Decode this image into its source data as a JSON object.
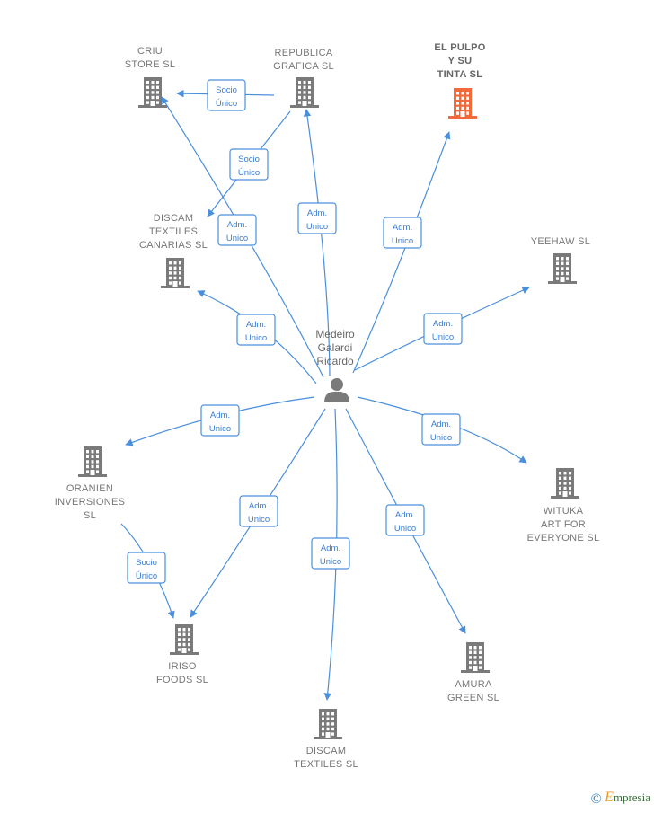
{
  "colors": {
    "building": "#7a7a7a",
    "building_highlight": "#f26a3a",
    "edge": "#4a8fdc",
    "person": "#7a7a7a"
  },
  "person": {
    "lines": [
      "Medeiro",
      "Galardi",
      "Ricardo"
    ],
    "icon": "person-icon"
  },
  "companies": [
    {
      "id": "criu",
      "lines": [
        "CRIU",
        "STORE  SL"
      ],
      "highlight": false,
      "icon": "building-icon"
    },
    {
      "id": "republica",
      "lines": [
        "REPUBLICA",
        "GRAFICA SL"
      ],
      "highlight": false,
      "icon": "building-icon"
    },
    {
      "id": "pulpo",
      "lines": [
        "EL PULPO",
        "Y SU",
        "TINTA  SL"
      ],
      "highlight": true,
      "icon": "building-icon"
    },
    {
      "id": "discam_canarias",
      "lines": [
        "DISCAM",
        "TEXTILES",
        "CANARIAS  SL"
      ],
      "highlight": false,
      "icon": "building-icon"
    },
    {
      "id": "yeehaw",
      "lines": [
        "YEEHAW  SL"
      ],
      "highlight": false,
      "icon": "building-icon"
    },
    {
      "id": "oranien",
      "lines": [
        "ORANIEN",
        "INVERSIONES",
        "SL"
      ],
      "highlight": false,
      "icon": "building-icon"
    },
    {
      "id": "wituka",
      "lines": [
        "WITUKA",
        "ART FOR",
        "EVERYONE  SL"
      ],
      "highlight": false,
      "icon": "building-icon"
    },
    {
      "id": "iriso",
      "lines": [
        "IRISO",
        "FOODS  SL"
      ],
      "highlight": false,
      "icon": "building-icon"
    },
    {
      "id": "amura",
      "lines": [
        "AMURA",
        "GREEN  SL"
      ],
      "highlight": false,
      "icon": "building-icon"
    },
    {
      "id": "discam_textiles",
      "lines": [
        "DISCAM",
        "TEXTILES  SL"
      ],
      "highlight": false,
      "icon": "building-icon"
    }
  ],
  "edges": [
    {
      "id": "rep-criu",
      "from": "republica",
      "to": "criu",
      "label": [
        "Socio",
        "Único"
      ]
    },
    {
      "id": "rep-discam",
      "from": "republica",
      "to": "discam_canarias",
      "label": [
        "Socio",
        "Único"
      ]
    },
    {
      "id": "p-criu",
      "from": "person",
      "to": "criu",
      "label": [
        "Adm.",
        "Unico"
      ]
    },
    {
      "id": "p-rep",
      "from": "person",
      "to": "republica",
      "label": [
        "Adm.",
        "Unico"
      ]
    },
    {
      "id": "p-pulpo",
      "from": "person",
      "to": "pulpo",
      "label": [
        "Adm.",
        "Unico"
      ]
    },
    {
      "id": "p-discamc",
      "from": "person",
      "to": "discam_canarias",
      "label": [
        "Adm.",
        "Unico"
      ]
    },
    {
      "id": "p-yeehaw",
      "from": "person",
      "to": "yeehaw",
      "label": [
        "Adm.",
        "Unico"
      ]
    },
    {
      "id": "p-oranien",
      "from": "person",
      "to": "oranien",
      "label": [
        "Adm.",
        "Unico"
      ]
    },
    {
      "id": "p-wituka",
      "from": "person",
      "to": "wituka",
      "label": [
        "Adm.",
        "Unico"
      ]
    },
    {
      "id": "p-iriso",
      "from": "person",
      "to": "iriso",
      "label": [
        "Adm.",
        "Unico"
      ]
    },
    {
      "id": "p-discamt",
      "from": "person",
      "to": "discam_textiles",
      "label": [
        "Adm.",
        "Unico"
      ]
    },
    {
      "id": "p-amura",
      "from": "person",
      "to": "amura",
      "label": [
        "Adm.",
        "Unico"
      ]
    },
    {
      "id": "oran-iriso",
      "from": "oranien",
      "to": "iriso",
      "label": [
        "Socio",
        "Único"
      ]
    }
  ],
  "watermark": {
    "copyright": "©",
    "brand_initial": "E",
    "brand_rest": "mpresia"
  }
}
